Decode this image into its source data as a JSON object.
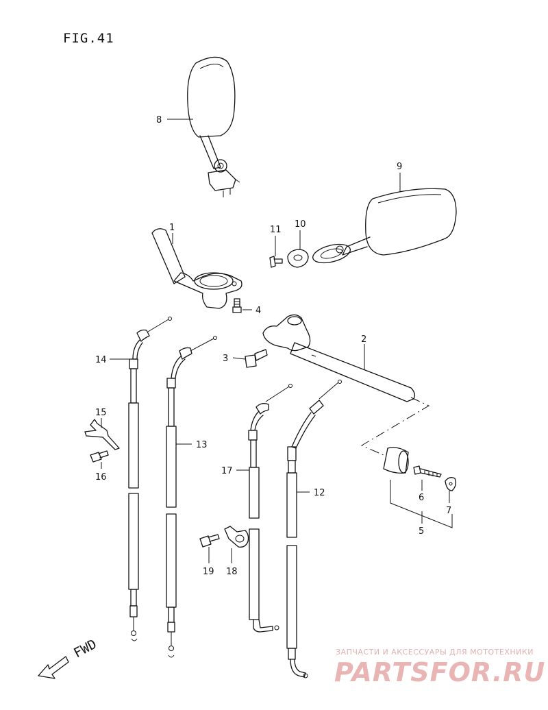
{
  "figure": {
    "title": "FIG.41"
  },
  "direction": {
    "label": "FWD"
  },
  "callouts": {
    "c1": "1",
    "c2": "2",
    "c3": "3",
    "c4": "4",
    "c5": "5",
    "c6": "6",
    "c7": "7",
    "c8": "8",
    "c9": "9",
    "c10": "10",
    "c11": "11",
    "c12": "12",
    "c13": "13",
    "c14": "14",
    "c15": "15",
    "c16": "16",
    "c17": "17",
    "c18": "18",
    "c19": "19"
  },
  "watermark": {
    "tagline": "ЗАПЧАСТИ И АКСЕССУАРЫ ДЛЯ МОТОТЕХНИКИ",
    "logo_text": "PARTSFOR.RU"
  }
}
